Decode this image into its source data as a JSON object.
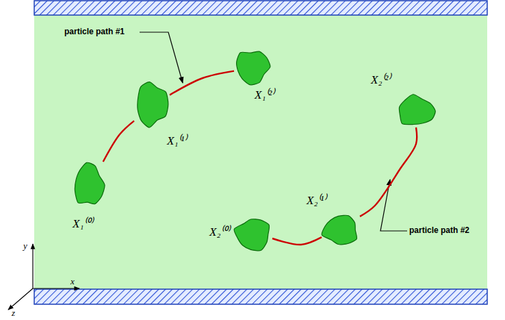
{
  "diagram": {
    "nodes": [
      {
        "text": [
          "X₁⁽⁰⁾"
        ]
      },
      {
        "text": [
          "X₁⁽¹⁾"
        ]
      },
      {
        "text": [
          "X₁⁽²⁾"
        ]
      },
      {
        "text": [
          "X₂⁽⁰⁾"
        ]
      },
      {
        "text": [
          "X₂⁽¹⁾"
        ]
      },
      {
        "text": [
          "X₂⁽²⁾"
        ]
      }
    ],
    "edges": [
      {
        "from": 0,
        "to": 1,
        "arrow": "none"
      },
      {
        "from": 1,
        "to": 2,
        "arrow": "none"
      },
      {
        "from": 3,
        "to": 4,
        "arrow": "none"
      },
      {
        "from": 4,
        "to": 5,
        "arrow": "none"
      }
    ],
    "labels": [
      "particle path #1",
      "particle path #2",
      "x",
      "y",
      "z"
    ]
  }
}
